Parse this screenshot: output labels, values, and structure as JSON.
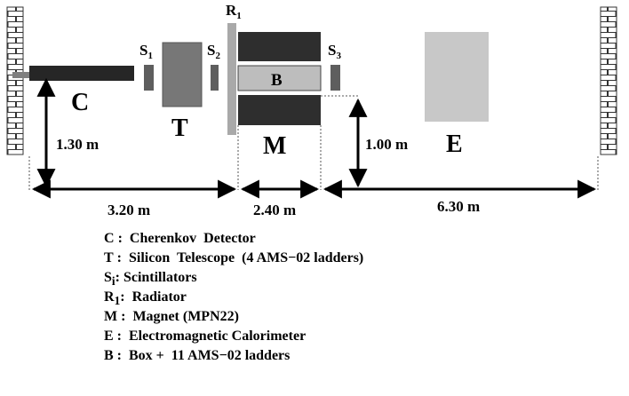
{
  "labels": {
    "cherenkov": "C",
    "telescope": "T",
    "magnet": "M",
    "box": "B",
    "calorimeter": "E",
    "radiator": {
      "base": "R",
      "sub": "1"
    },
    "s1": {
      "base": "S",
      "sub": "1"
    },
    "s2": {
      "base": "S",
      "sub": "2"
    },
    "s3": {
      "base": "S",
      "sub": "3"
    }
  },
  "dimensions": {
    "height_beam": "1.30 m",
    "height_right": "1.00 m",
    "dist_first": "3.20 m",
    "dist_magnet": "2.40 m",
    "dist_last": "6.30 m"
  },
  "legend": [
    {
      "key": "C",
      "sub": "",
      "sep": " :  ",
      "text": "Cherenkov  Detector"
    },
    {
      "key": "T",
      "sub": "",
      "sep": " :  ",
      "text": "Silicon  Telescope  (4 AMS−02 ladders)"
    },
    {
      "key": "S",
      "sub": "i",
      "sep": ": ",
      "text": "Scintillators"
    },
    {
      "key": "R",
      "sub": "1",
      "sep": ":  ",
      "text": "Radiator"
    },
    {
      "key": "M",
      "sub": "",
      "sep": " :  ",
      "text": "Magnet (MPN22)"
    },
    {
      "key": "E",
      "sub": "",
      "sep": " :  ",
      "text": "Electromagnetic Calorimeter"
    },
    {
      "key": "B",
      "sub": "",
      "sep": " :  ",
      "text": "Box +  11 AMS−02 ladders"
    }
  ],
  "colors": {
    "dark": "#2a2a2a",
    "medium": "#555555",
    "gray": "#808080",
    "light": "#bdbdbd",
    "calorimeter": "#c8c8c8"
  }
}
